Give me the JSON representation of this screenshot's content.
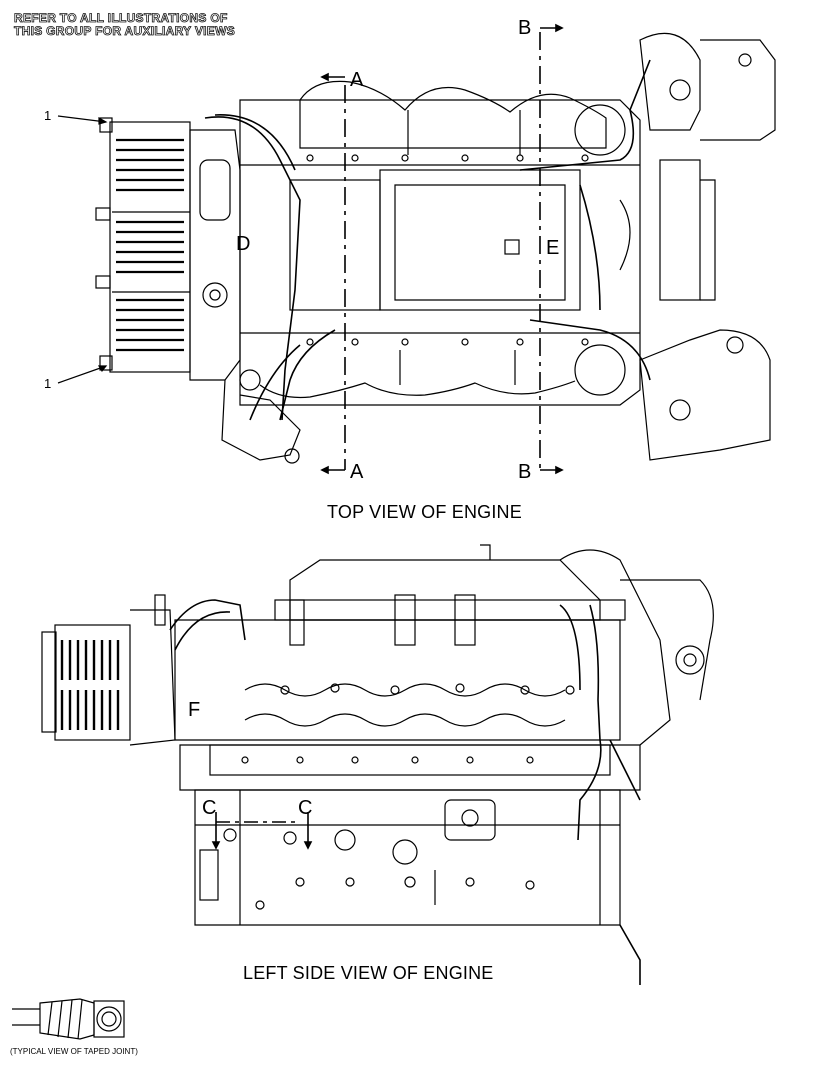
{
  "header_note": {
    "line1": "REFER TO ALL ILLUSTRATIONS OF",
    "line2": "THIS GROUP FOR AUXILIARY VIEWS"
  },
  "views": {
    "top": {
      "caption": "TOP VIEW OF ENGINE"
    },
    "side": {
      "caption": "LEFT SIDE VIEW OF ENGINE"
    },
    "detail": {
      "caption": "(TYPICAL VIEW OF TAPED JOINT)"
    }
  },
  "section_labels": {
    "a_top": "A",
    "a_bottom": "A",
    "b_top": "B",
    "b_bottom": "B",
    "c_left": "C",
    "c_right": "C",
    "d": "D",
    "e": "E",
    "f": "F"
  },
  "callouts": {
    "upper": "1",
    "lower": "1"
  }
}
